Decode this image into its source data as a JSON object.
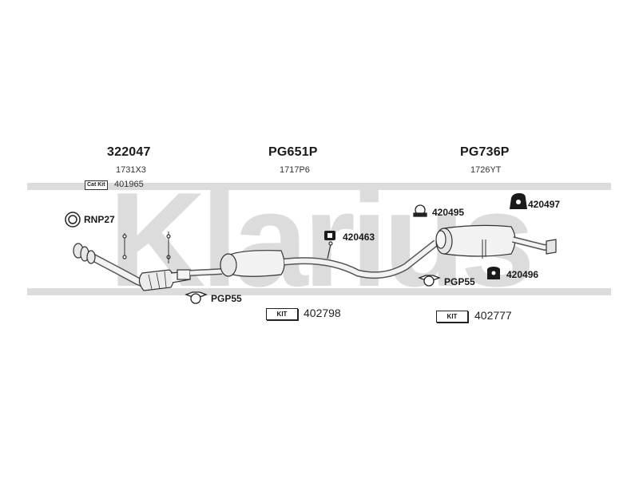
{
  "watermark": {
    "text": "Klarius"
  },
  "sections": {
    "front": {
      "part_no": "322047",
      "ref": "1731X3",
      "catkit_label": "Cat Kit",
      "catkit_no": "401965"
    },
    "middle": {
      "part_no": "PG651P",
      "ref": "1717P6"
    },
    "rear": {
      "part_no": "PG736P",
      "ref": "1726YT"
    }
  },
  "labels": {
    "rnp27": "RNP27",
    "pgp55_front": "PGP55",
    "pgp55_rear": "PGP55",
    "m420463": "420463",
    "m420495": "420495",
    "m420497": "420497",
    "m420496": "420496"
  },
  "kits": {
    "middle": {
      "label": "KIT",
      "number": "402798"
    },
    "rear": {
      "label": "KIT",
      "number": "402777"
    }
  }
}
